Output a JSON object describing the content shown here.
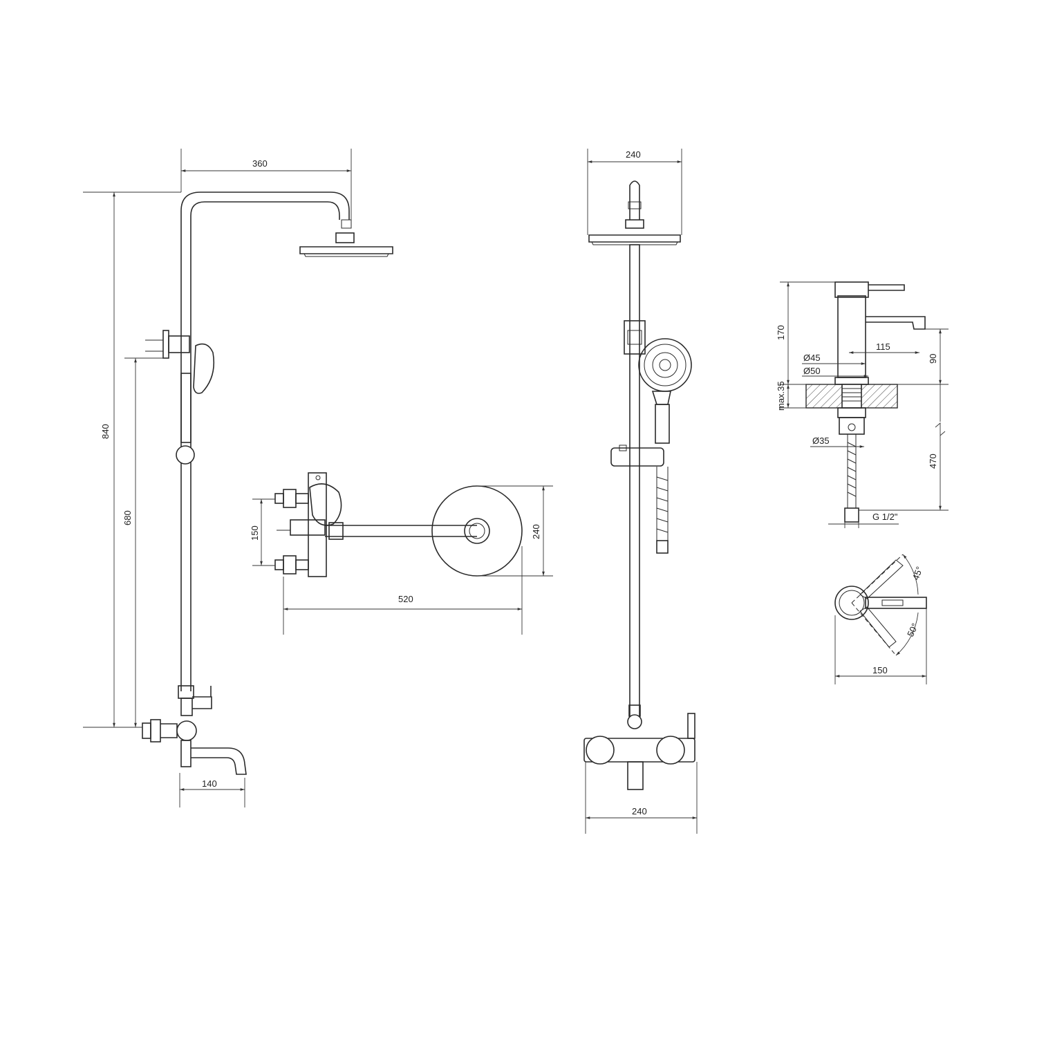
{
  "dimensions": {
    "d360": "360",
    "d840": "840",
    "d680": "680",
    "d140": "140",
    "d150_side": "150",
    "d240_top": "240",
    "d520": "520",
    "d240_front_top": "240",
    "d240_front_bottom": "240",
    "d170": "170",
    "d115": "115",
    "d90": "90",
    "d45": "Ø45",
    "d50": "Ø50",
    "dmax35": "max.35",
    "d35": "Ø35",
    "d470": "470",
    "dG12": "G 1/2\"",
    "a45": "45°",
    "a50": "50°",
    "d150_faucet": "150"
  }
}
